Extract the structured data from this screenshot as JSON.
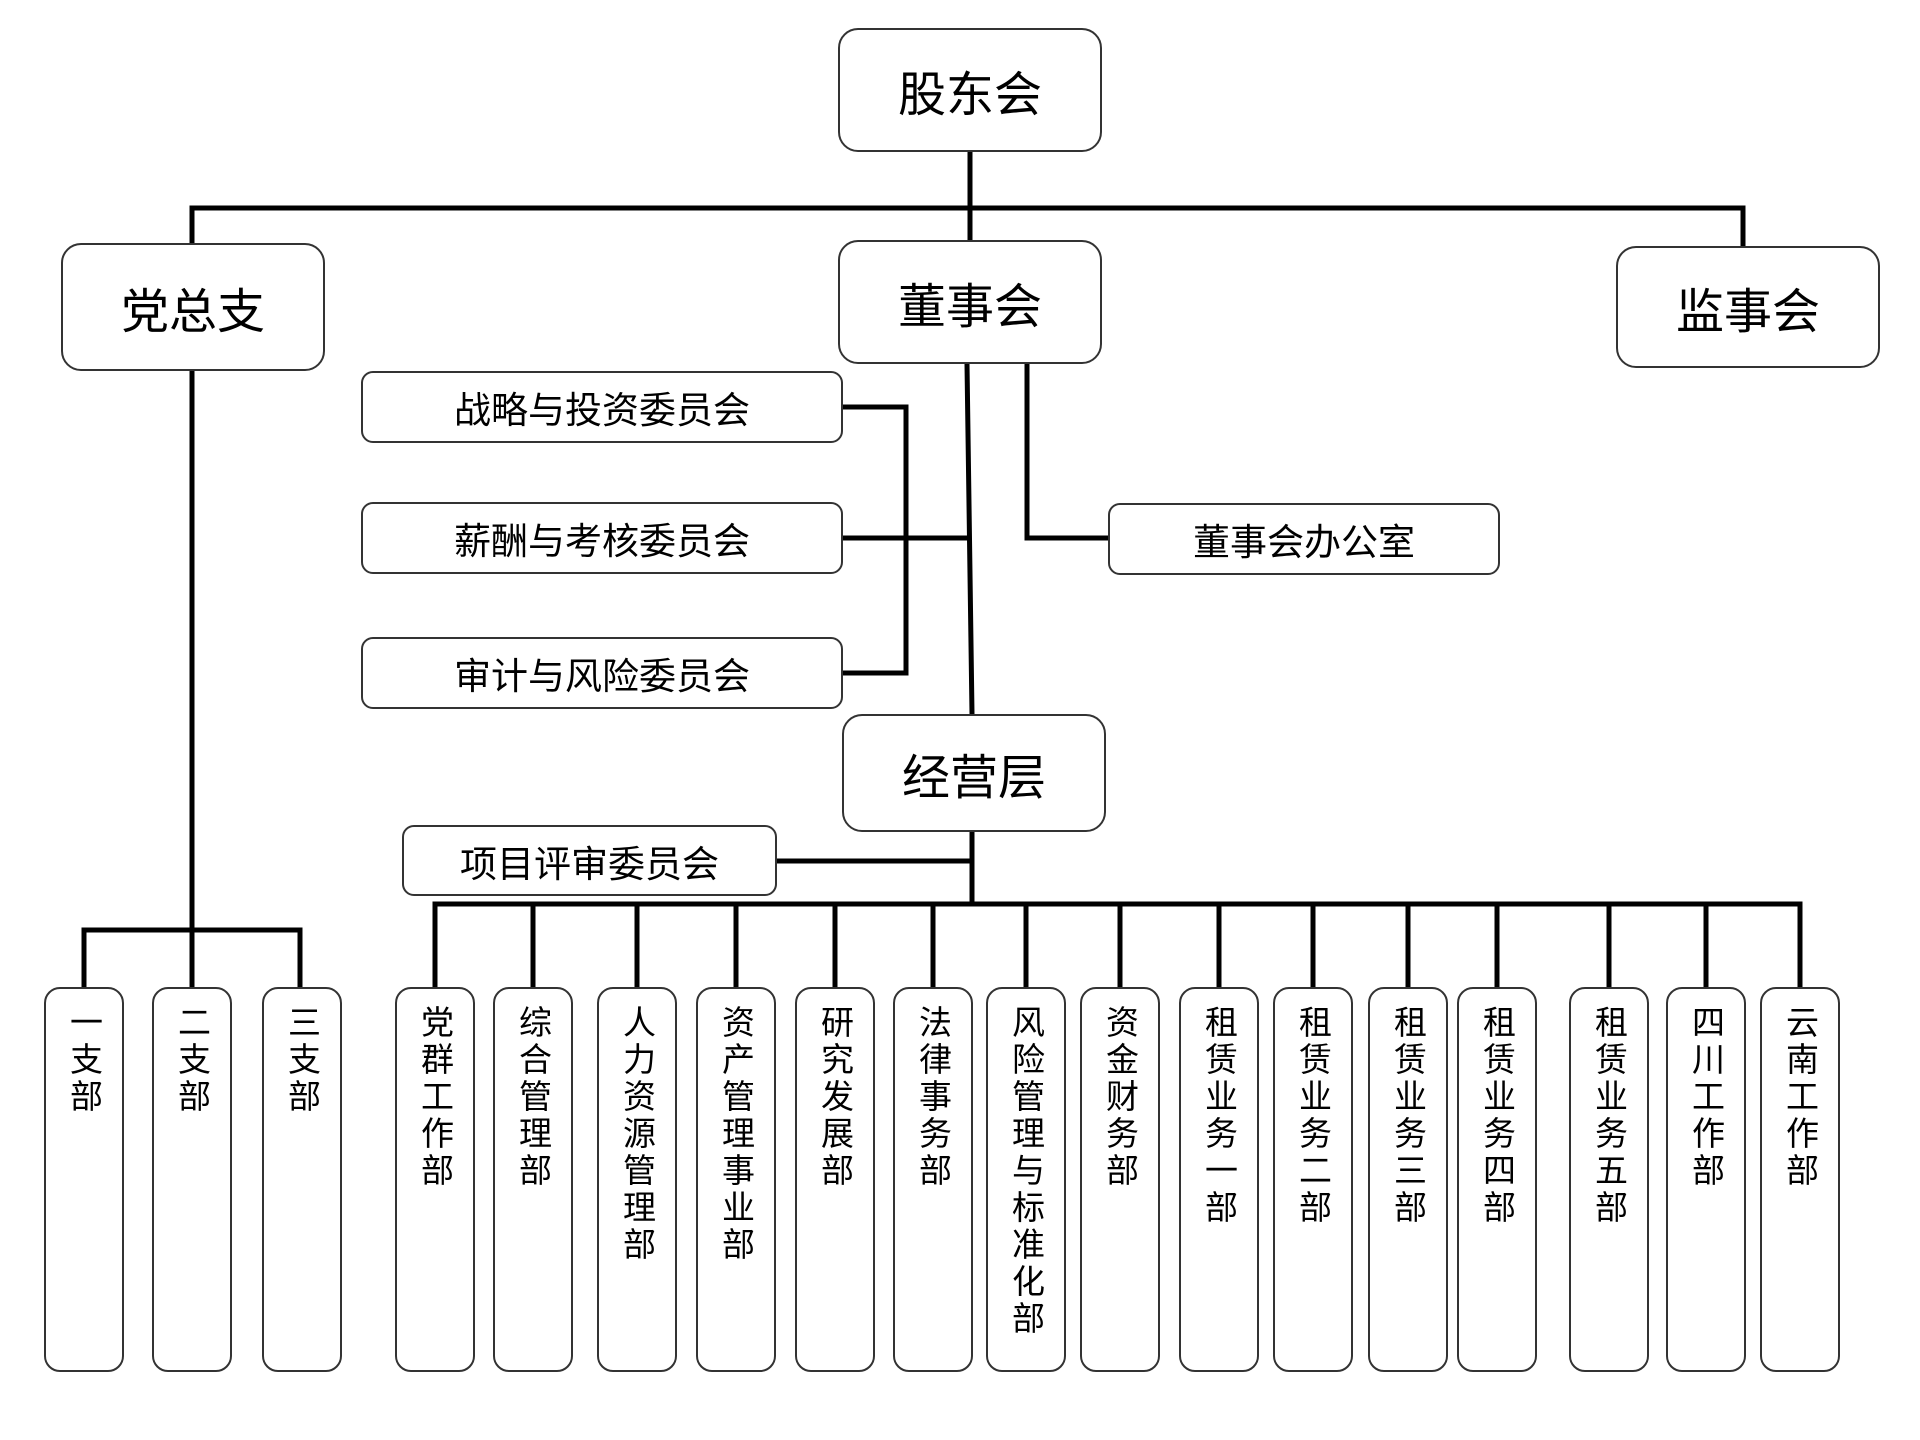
{
  "org": {
    "shareholders": "股东会",
    "party": "党总支",
    "board": "董事会",
    "supervisors": "监事会",
    "committees": [
      "战略与投资委员会",
      "薪酬与考核委员会",
      "审计与风险委员会"
    ],
    "board_office": "董事会办公室",
    "management": "经营层",
    "review_committee": "项目评审委员会",
    "branches": [
      "一支部",
      "二支部",
      "三支部"
    ],
    "departments": [
      "党群工作部",
      "综合管理部",
      "人力资源管理部",
      "资产管理事业部",
      "研究发展部",
      "法律事务部",
      "风险管理与标准化部",
      "资金财务部",
      "租赁业务一部",
      "租赁业务二部",
      "租赁业务三部",
      "租赁业务四部",
      "租赁业务五部",
      "四川工作部",
      "云南工作部"
    ]
  }
}
